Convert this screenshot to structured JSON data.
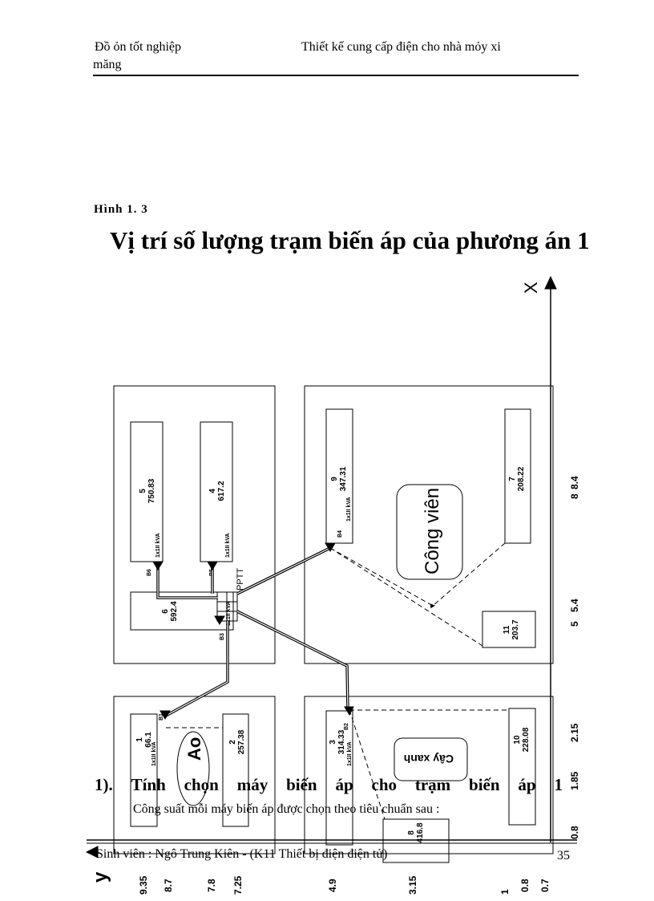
{
  "header": {
    "left_line1": "Đồ ỏn tốt nghiệp",
    "left_line2": "măng",
    "right": "Thiết kế cung cấp điện cho nhà mỏy xi"
  },
  "figure": {
    "label": "Hình  1. 3",
    "title": "Vị trí số lượng trạm biến áp của phương án 1",
    "axis_x_label": "X",
    "axis_y_label": "y",
    "x_ticks": [
      "8",
      "8.4",
      "5",
      "5.4",
      "2.15",
      "1.85",
      "0.8"
    ],
    "y_ticks": [
      "9.35",
      "8.7",
      "7.8",
      "7.25",
      "4.9",
      "3.15",
      "1",
      "0.8",
      "0.7"
    ],
    "workshops": [
      {
        "id": "5",
        "load": "750.83"
      },
      {
        "id": "4",
        "load": "617.2"
      },
      {
        "id": "6",
        "load": "592.4"
      },
      {
        "id": "9",
        "load": "347.31"
      },
      {
        "id": "7",
        "load": "208.22"
      },
      {
        "id": "11",
        "load": "203.7"
      },
      {
        "id": "1",
        "load": "66.1"
      },
      {
        "id": "2",
        "load": "257.38"
      },
      {
        "id": "3",
        "load": "314.33"
      },
      {
        "id": "10",
        "load": "228.08"
      },
      {
        "id": "8",
        "load": "416.8"
      }
    ],
    "stations": [
      "B1",
      "B2",
      "B3",
      "B4",
      "B5",
      "B6"
    ],
    "transformer_rating": "1x1II kVA",
    "pptt_label": "PPTT",
    "areas": {
      "park": "Công viên",
      "green": "Cây xanh",
      "pond": "Ao"
    }
  },
  "section": {
    "heading_words": [
      "1).",
      "Tính",
      "chọn",
      "máy",
      "biến",
      "áp",
      "cho",
      "trạm",
      "biến",
      "áp",
      "1"
    ],
    "body": "Công suất mỗi máy biến áp được chọn theo tiêu chuẩn sau :"
  },
  "footer": {
    "text": "Sinh viên : Ngô Trung Kiên  - (K11 Thiết bị điện điện tử)",
    "page_number": "35"
  }
}
